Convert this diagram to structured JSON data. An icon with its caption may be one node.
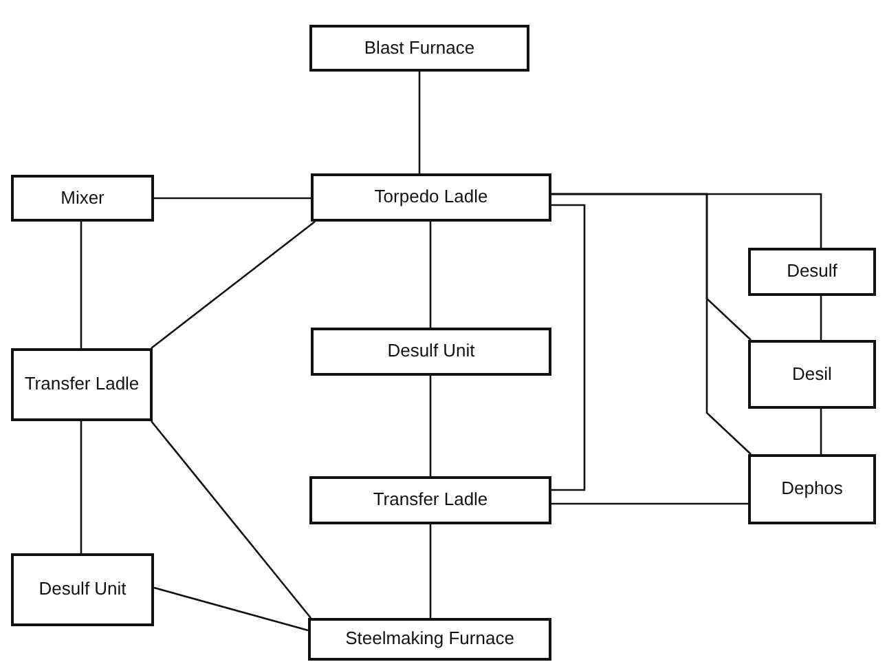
{
  "diagram": {
    "nodes": [
      {
        "text": [
          "Blast Furnace"
        ]
      },
      {
        "text": [
          "Mixer"
        ]
      },
      {
        "text": [
          "Torpedo Ladle"
        ]
      },
      {
        "text": [
          "Transfer Ladle"
        ]
      },
      {
        "text": [
          "Desulf"
        ]
      },
      {
        "text": [
          "Desulf Unit"
        ]
      },
      {
        "text": [
          "Desil"
        ]
      },
      {
        "text": [
          "Transfer Ladle"
        ]
      },
      {
        "text": [
          "Dephos"
        ]
      },
      {
        "text": [
          "Desulf Unit"
        ]
      },
      {
        "text": [
          "Steelmaking Furnace"
        ]
      }
    ],
    "edges": [
      {
        "from": 0,
        "to": 2,
        "arrow": "none"
      },
      {
        "from": 1,
        "to": 2,
        "arrow": "none"
      },
      {
        "from": 1,
        "to": 3,
        "arrow": "none"
      },
      {
        "from": 2,
        "to": 3,
        "arrow": "none"
      },
      {
        "from": 2,
        "to": 5,
        "arrow": "none"
      },
      {
        "from": 2,
        "to": 7,
        "arrow": "none"
      },
      {
        "from": 2,
        "to": 4,
        "arrow": "none"
      },
      {
        "from": 2,
        "to": 6,
        "arrow": "none"
      },
      {
        "from": 2,
        "to": 8,
        "arrow": "none"
      },
      {
        "from": 3,
        "to": 9,
        "arrow": "none"
      },
      {
        "from": 3,
        "to": 10,
        "arrow": "none"
      },
      {
        "from": 9,
        "to": 10,
        "arrow": "none"
      },
      {
        "from": 5,
        "to": 7,
        "arrow": "none"
      },
      {
        "from": 7,
        "to": 10,
        "arrow": "none"
      },
      {
        "from": 4,
        "to": 6,
        "arrow": "none"
      },
      {
        "from": 6,
        "to": 8,
        "arrow": "none"
      },
      {
        "from": 7,
        "to": 8,
        "arrow": "none"
      }
    ]
  }
}
